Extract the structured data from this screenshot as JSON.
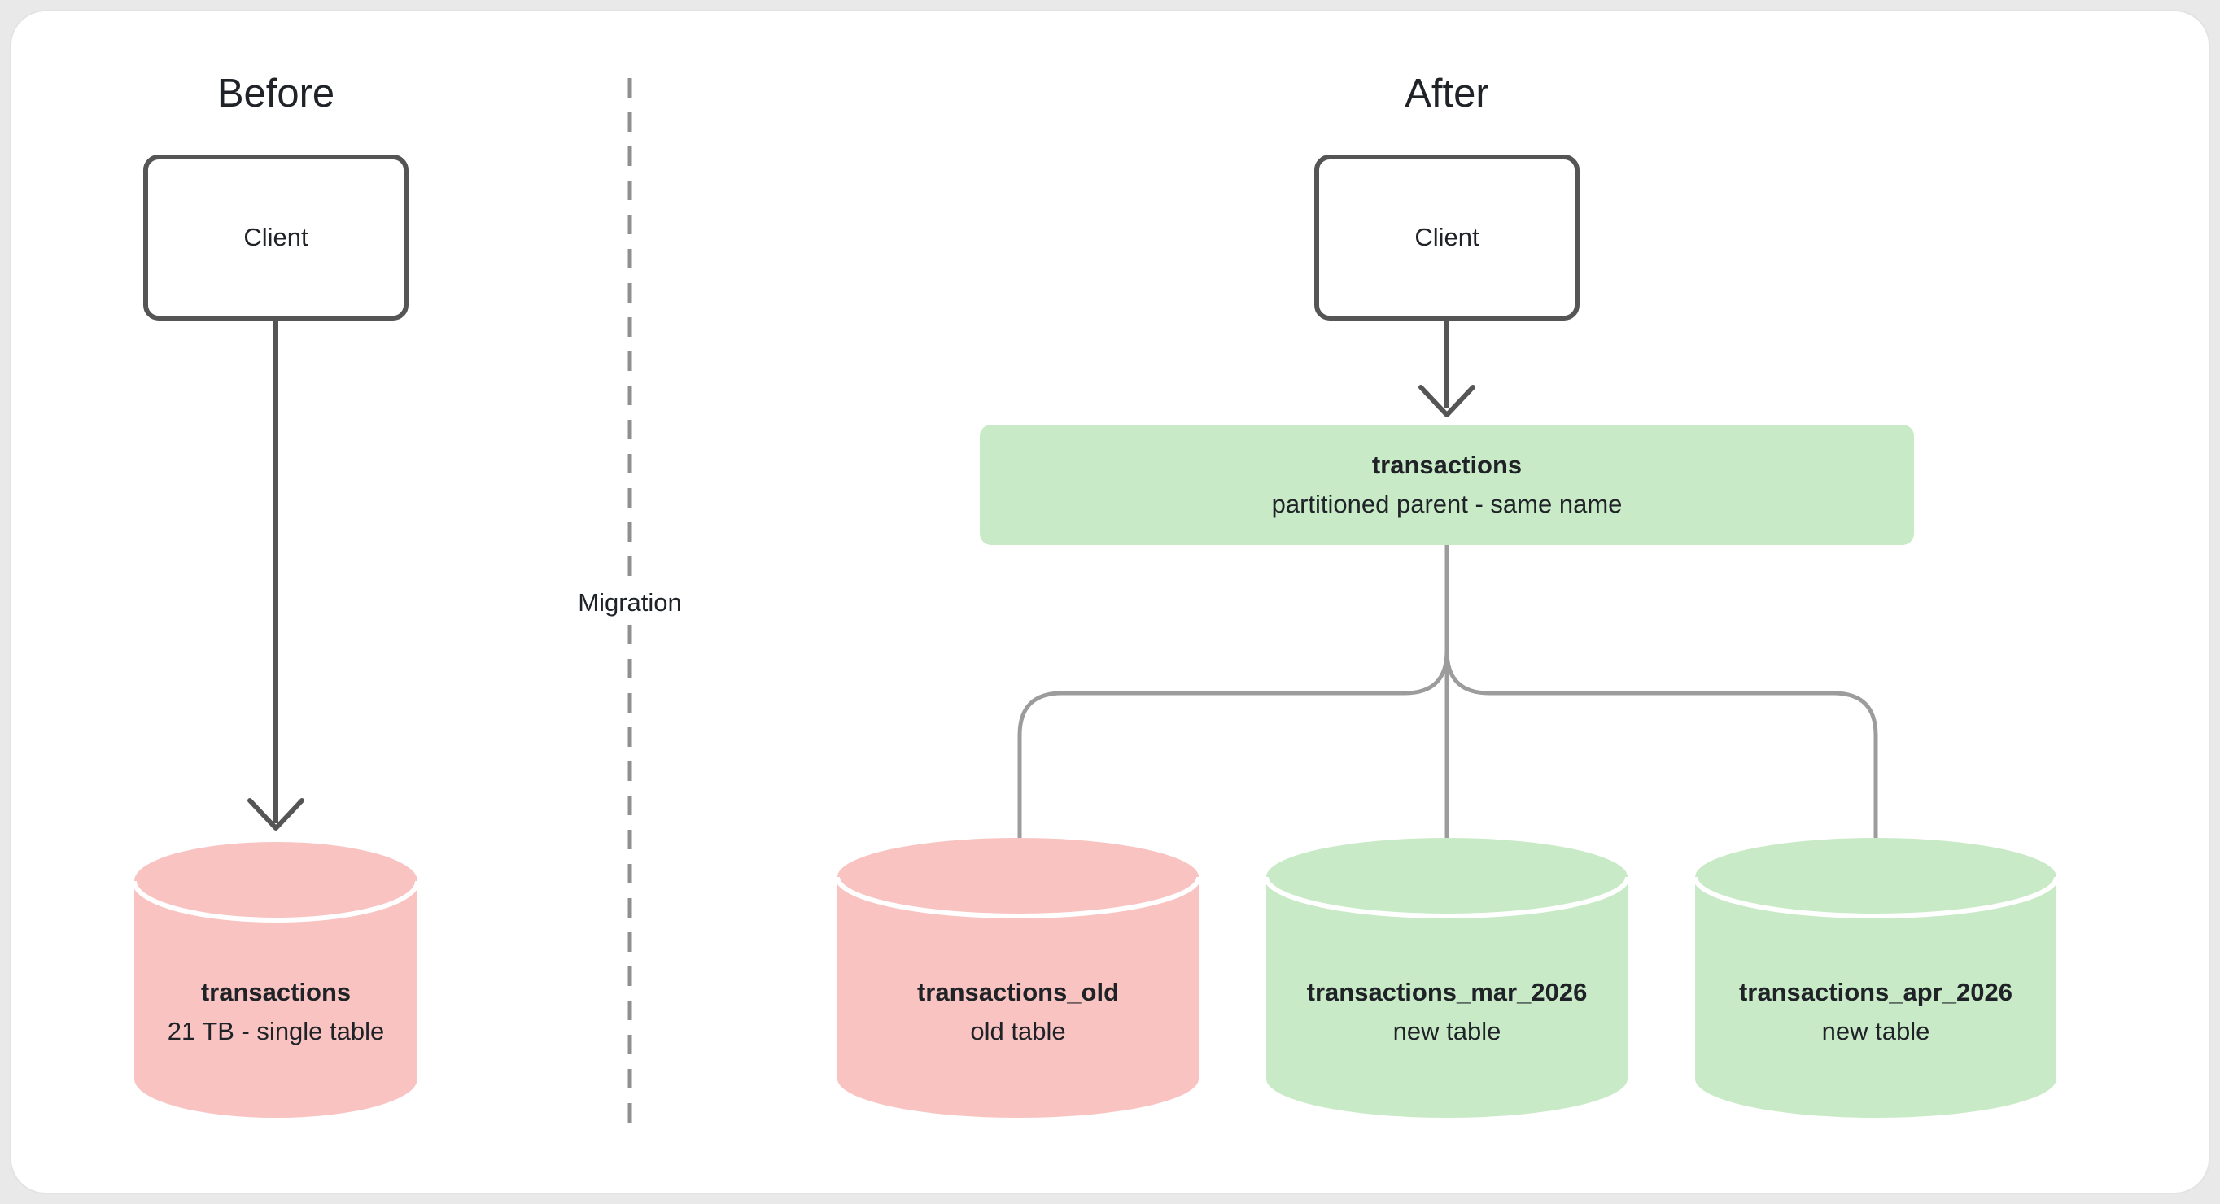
{
  "diagram": {
    "before": {
      "title": "Before",
      "client_label": "Client",
      "db": {
        "name": "transactions",
        "subtitle": "21 TB - single table",
        "color": "pink"
      }
    },
    "migration_label": "Migration",
    "after": {
      "title": "After",
      "client_label": "Client",
      "parent_table": {
        "name": "transactions",
        "subtitle": "partitioned parent - same name",
        "color": "green"
      },
      "tables": [
        {
          "name": "transactions_old",
          "subtitle": "old table",
          "color": "pink"
        },
        {
          "name": "transactions_mar_2026",
          "subtitle": "new table",
          "color": "green"
        },
        {
          "name": "transactions_apr_2026",
          "subtitle": "new table",
          "color": "green"
        }
      ]
    },
    "colors": {
      "pink": "#F8C3C0",
      "green": "#C9EAC6",
      "dark": "#555555",
      "branch": "#9C9C9C",
      "divider": "#8F8F8F",
      "text": "#1F2328"
    }
  }
}
